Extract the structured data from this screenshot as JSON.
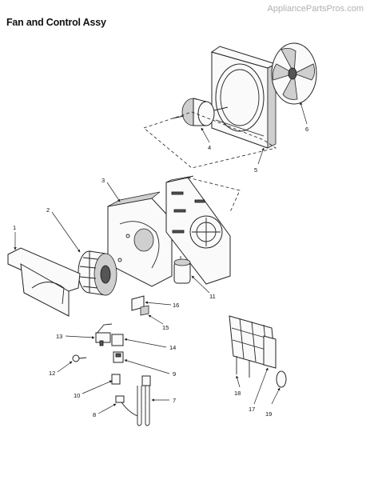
{
  "header": {
    "title": "Fan and Control Assy",
    "watermark": "AppliancePartsPros.com"
  },
  "callouts": [
    "1",
    "2",
    "3",
    "4",
    "5",
    "6",
    "7",
    "8",
    "9",
    "10",
    "11",
    "12",
    "13",
    "14",
    "15",
    "16",
    "17",
    "18",
    "19"
  ]
}
